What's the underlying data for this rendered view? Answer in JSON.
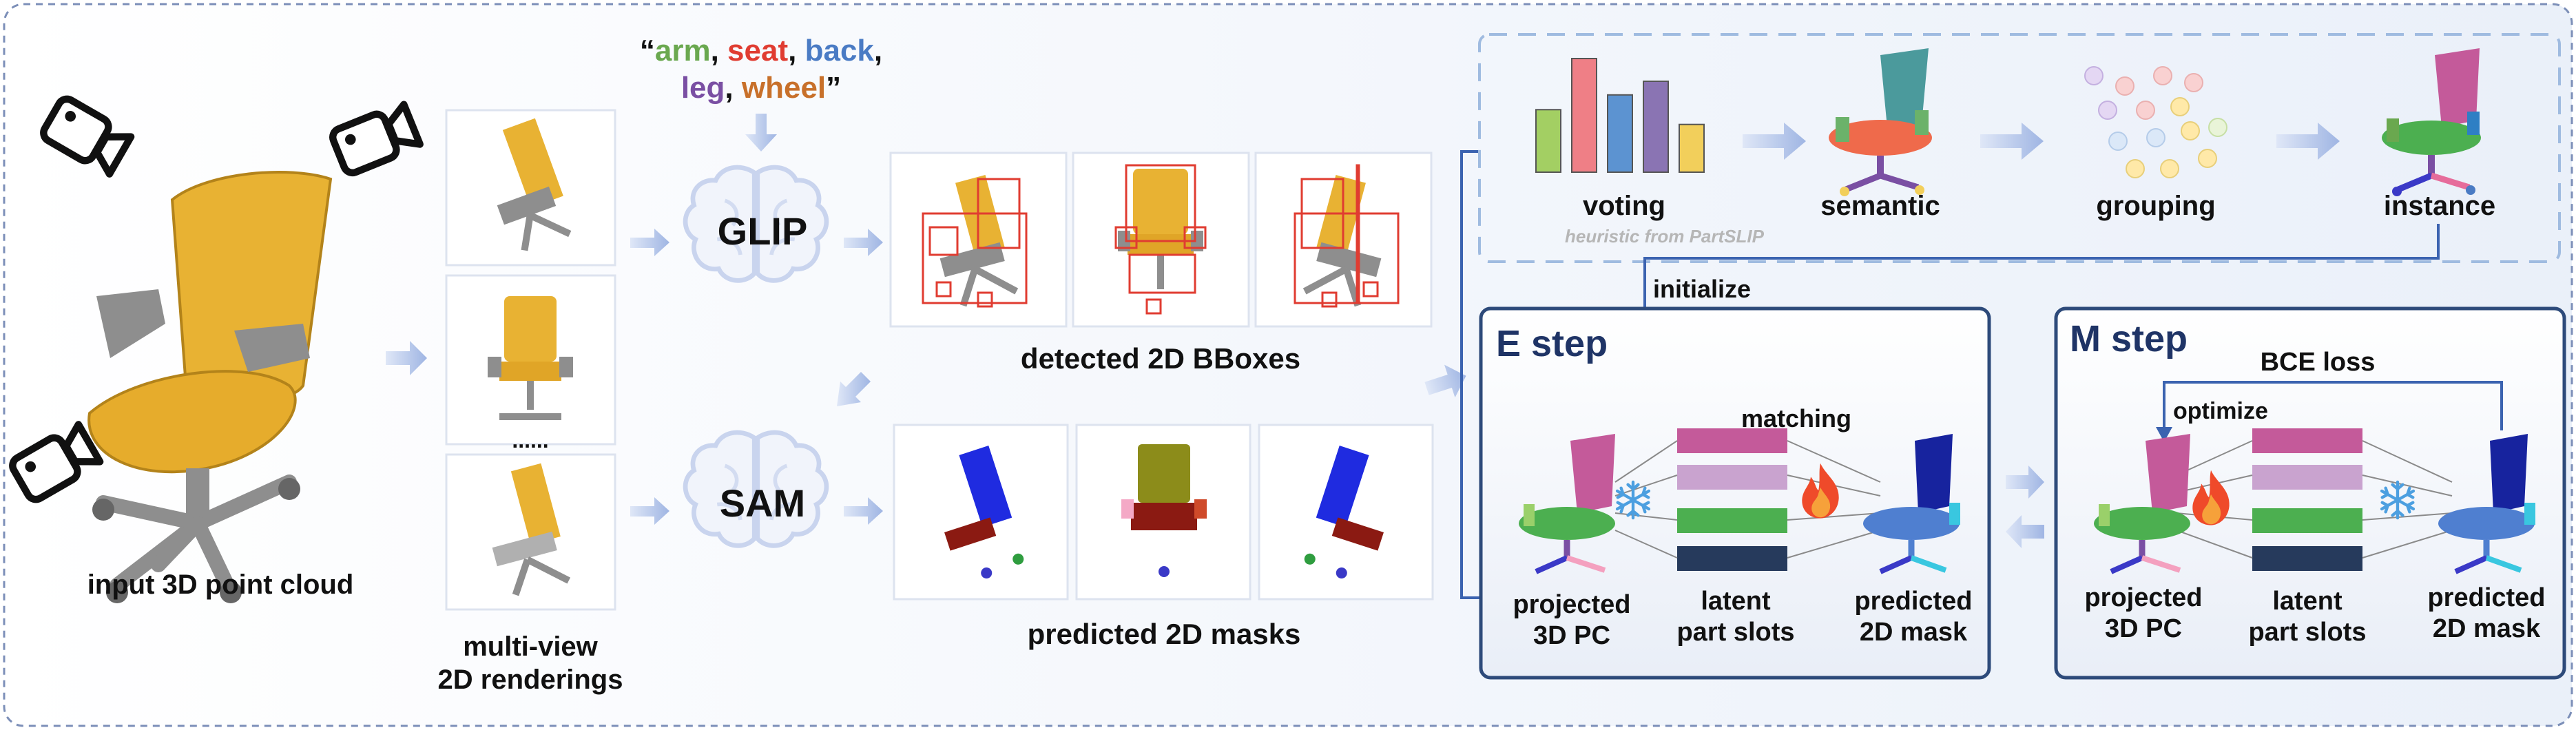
{
  "prompt": {
    "open_quote": "“",
    "close_quote": "”",
    "sep": ",",
    "words": [
      {
        "text": "arm",
        "color": "#6aa84f"
      },
      {
        "text": "seat",
        "color": "#e03c31"
      },
      {
        "text": "back",
        "color": "#4a7bc4"
      },
      {
        "text": "leg",
        "color": "#7a4fa3"
      },
      {
        "text": "wheel",
        "color": "#c8702a"
      }
    ]
  },
  "labels": {
    "input": "input 3D point cloud",
    "multiview_line1": "multi-view",
    "multiview_line2": "2D renderings",
    "ellipsis": "......",
    "glip": "GLIP",
    "sam": "SAM",
    "detected": "detected 2D BBoxes",
    "predicted_masks": "predicted 2D masks",
    "voting": "voting",
    "voting_note": "heuristic from PartSLIP",
    "semantic": "semantic",
    "grouping": "grouping",
    "instance": "instance",
    "initialize": "initialize"
  },
  "e_step": {
    "title": "E step",
    "matching": "matching",
    "proj_line1": "projected",
    "proj_line2": "3D PC",
    "latent_line1": "latent",
    "latent_line2": "part slots",
    "pred_line1": "predicted",
    "pred_line2": "2D mask"
  },
  "m_step": {
    "title": "M step",
    "loss": "BCE loss",
    "optimize": "optimize",
    "proj_line1": "projected",
    "proj_line2": "3D PC",
    "latent_line1": "latent",
    "latent_line2": "part slots",
    "pred_line1": "predicted",
    "pred_line2": "2D mask"
  },
  "slot_colors": [
    "#c45a9a",
    "#c9a3cf",
    "#4caf50",
    "#263a5c"
  ],
  "vote_bars": [
    {
      "value": 0.55,
      "color": "#a3cf63"
    },
    {
      "value": 1.0,
      "color": "#ef7f86"
    },
    {
      "value": 0.68,
      "color": "#5c93d1"
    },
    {
      "value": 0.8,
      "color": "#8a74b3"
    },
    {
      "value": 0.42,
      "color": "#f2cf5b"
    }
  ],
  "colors": {
    "chair_yellow": "#e8b233",
    "accent_blue": "#3b63b0",
    "panel_border": "#2d4a7a",
    "arrow_fill": "#b7c7ea",
    "title_navy": "#1f3466"
  }
}
